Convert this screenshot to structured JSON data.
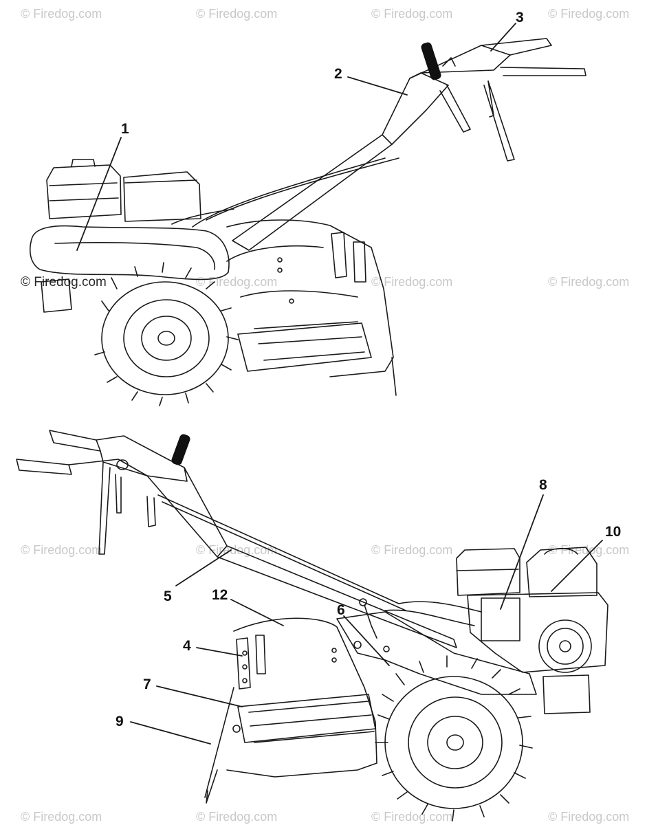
{
  "watermark": {
    "text": "© Firedog.com",
    "featured_text": "© Firedog.com"
  },
  "callouts": [
    {
      "label": "1"
    },
    {
      "label": "2"
    },
    {
      "label": "3"
    },
    {
      "label": "4"
    },
    {
      "label": "5"
    },
    {
      "label": "6"
    },
    {
      "label": "7"
    },
    {
      "label": "8"
    },
    {
      "label": "9"
    },
    {
      "label": "10"
    },
    {
      "label": "12"
    }
  ],
  "colors": {
    "line": "#1a1a1a",
    "watermark": "#c8c8c8",
    "handle_grip": "#111111"
  }
}
